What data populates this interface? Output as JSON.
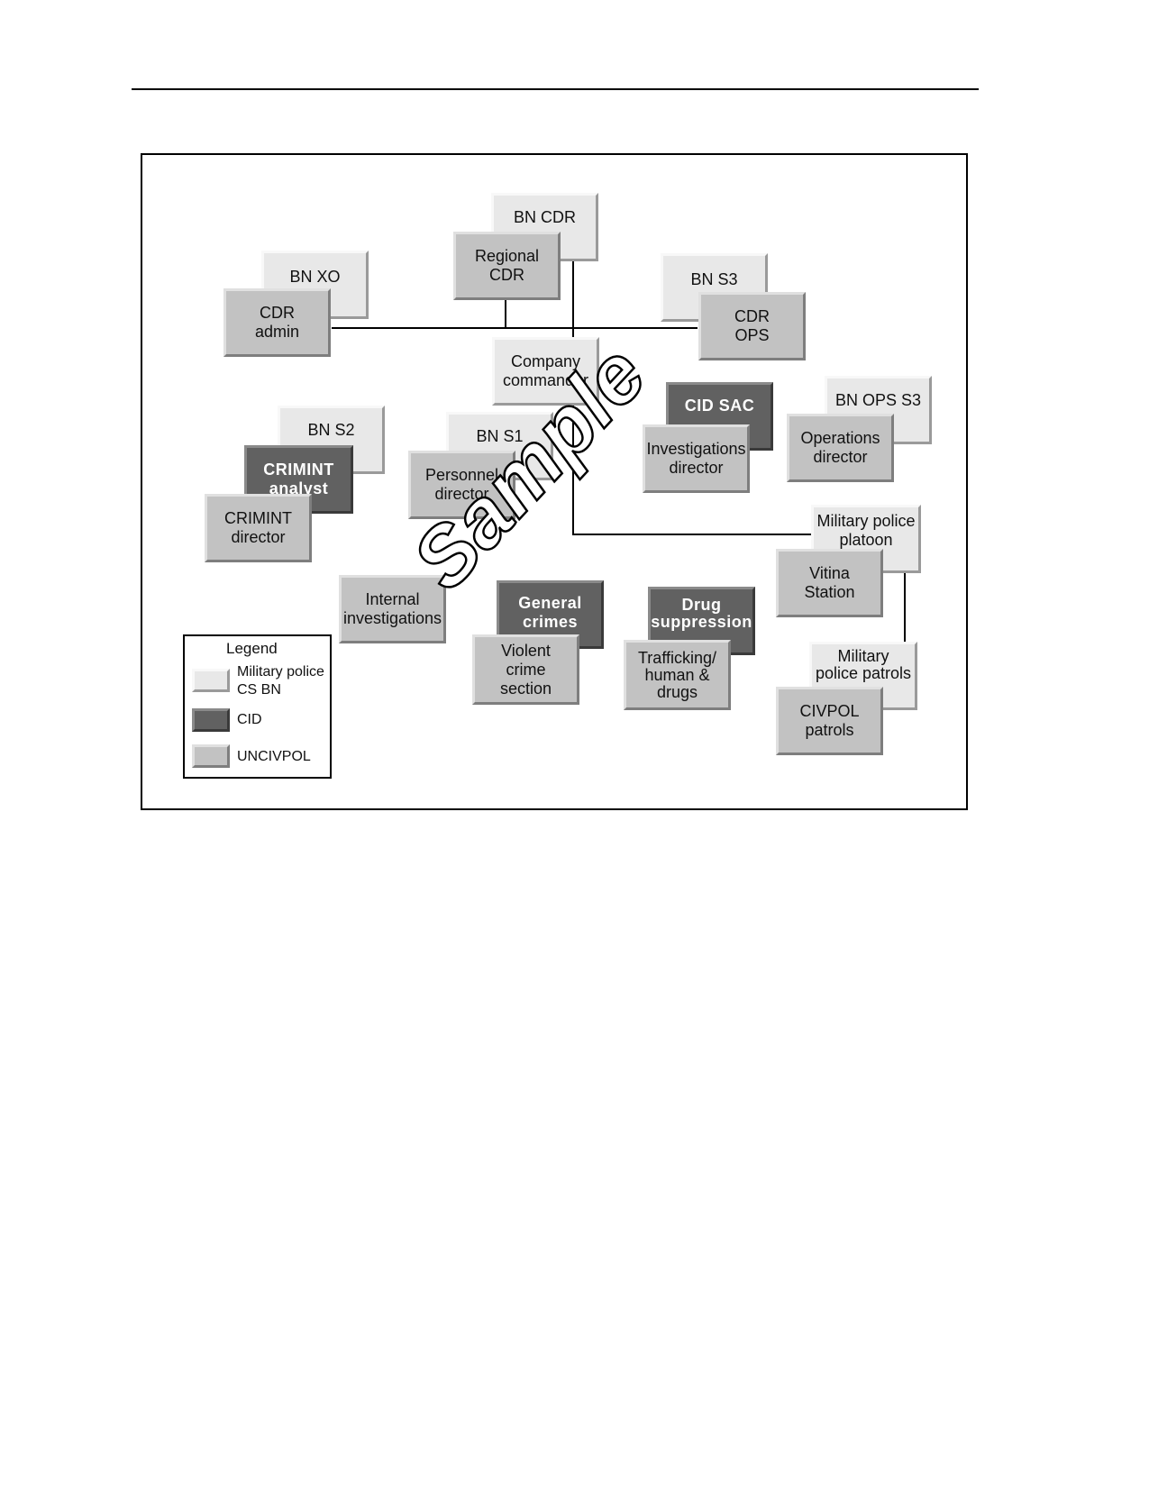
{
  "diagram": {
    "nodes": {
      "bn_cdr": "BN CDR",
      "regional_cdr": "Regional\nCDR",
      "bn_xo": "BN XO",
      "cdr_admin": "CDR\nadmin",
      "bn_s3": "BN S3",
      "cdr_ops": "CDR\nOPS",
      "company_commander": "Company\ncommander",
      "cid_sac": "CID SAC",
      "investigations_director": "Investigations\ndirector",
      "bn_ops_s3": "BN OPS S3",
      "operations_director": "Operations\ndirector",
      "bn_s2": "BN S2",
      "crimint_analyst": "CRIMINT\nanalyst",
      "crimint_director": "CRIMINT\ndirector",
      "bn_s1": "BN S1",
      "personnel_director": "Personnel\ndirector",
      "military_police_platoon": "Military police\nplatoon",
      "vitina_station": "Vitina\nStation",
      "internal_investigations": "Internal\ninvestigations",
      "general_crimes": "General\ncrimes",
      "violent_crime_section": "Violent\ncrime\nsection",
      "drug_suppression": "Drug\nsuppression",
      "trafficking": "Trafficking/\nhuman &\ndrugs",
      "military_police_patrols": "Military\npolice patrols",
      "civpol_patrols": "CIVPOL\npatrols"
    },
    "legend": {
      "title": "Legend",
      "items": [
        {
          "label": "Military police\nCS BN",
          "color": "#e8e8e8"
        },
        {
          "label": "CID",
          "color": "#616161"
        },
        {
          "label": "UNCIVPOL",
          "color": "#c2c2c2"
        }
      ]
    },
    "watermark": "Sample"
  }
}
